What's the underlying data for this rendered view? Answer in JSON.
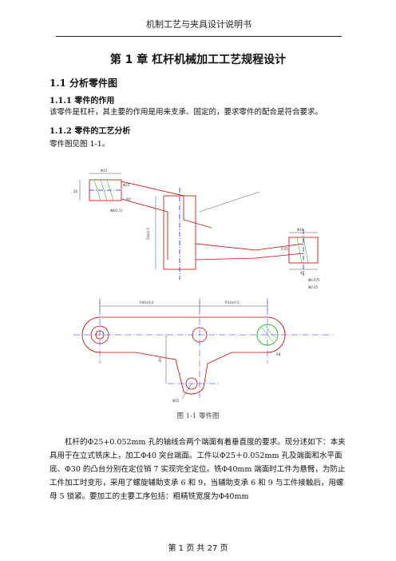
{
  "header": {
    "title": "机制工艺与夹具设计说明书"
  },
  "chapter_title": "第 1 章  杠杆机械加工工艺规程设计",
  "section_1_1": "1.1 分析零件图",
  "section_1_1_1": {
    "heading": "1.1.1 零件的作用",
    "body": "该零件是杠杆，其主要的作用是用来支承、固定的，要求零件的配合是符合要求。"
  },
  "section_1_1_2": {
    "heading": "1.1.2  零件的工艺分析",
    "body": "零件图见图 1-1。"
  },
  "figure": {
    "caption": "图 1-1    零件图",
    "dims": {
      "top_left_width": "Φ37",
      "top_left_hole": "Φ25",
      "left_height": "26",
      "angle_mark": "90°",
      "bottom_bore": "Φ8(1,5)",
      "vertical_dim": "54±0.3",
      "right_width": "Φ18",
      "right_tol_1": "0.05",
      "right_tol_2": "40",
      "right_tol_3": "Φ0.075",
      "right_tol_4": "Φ0.05",
      "left_span": "R40±0.3",
      "right_span": "R14±0.3",
      "radius_small": "R8",
      "bottom_dim": "Φ25",
      "height_mark": "40"
    }
  },
  "analysis_paragraph": "杠杆的Φ25+0.052mm 孔的轴线合两个端面有着垂直度的要求。现分述如下：本夹具用于在立式铣床上，加工Φ40 突台端面。工件以Φ25＋0.052mm 孔及端面和水平面底、Φ30 的凸台分别在定位销 7 实现完全定位。铣Φ40mm 端面时工件为悬臂，为防止工件加工时变形，采用了螺旋辅助支承 6 和 9，当辅助支承 6 和 9 与工件接触后，用螺母 5 锁紧。要加工的主要工序包括：粗精铣宽度为Φ40mm",
  "footer": {
    "page": "第  1  页  共 27 页"
  }
}
